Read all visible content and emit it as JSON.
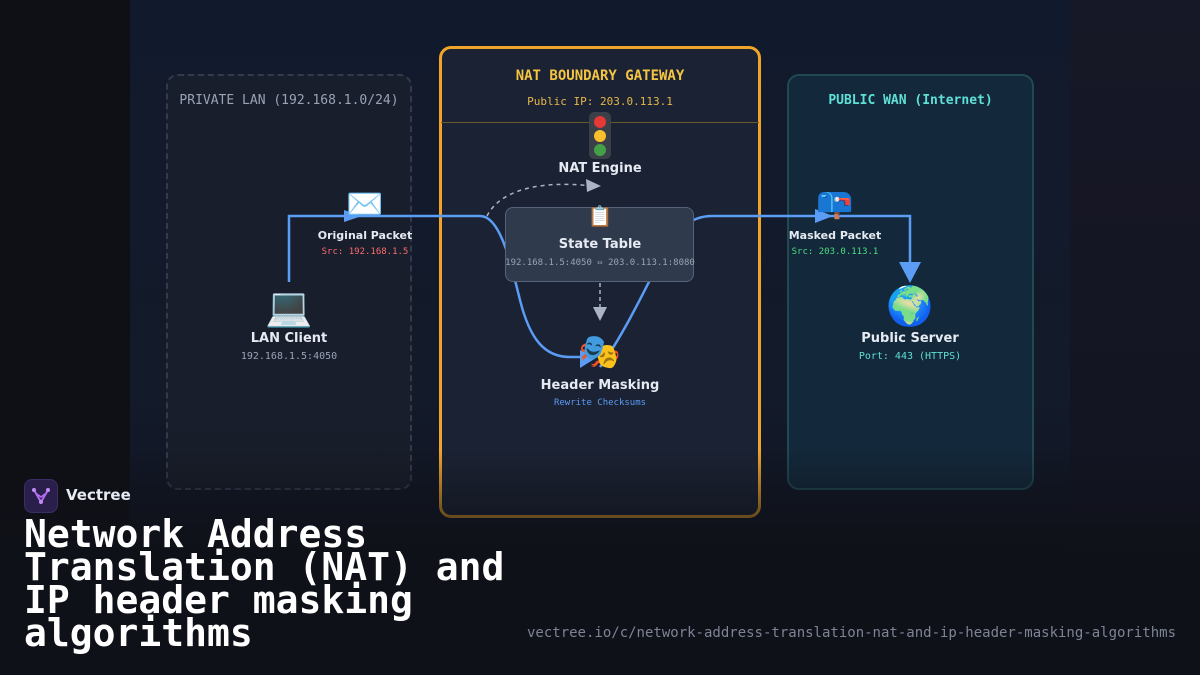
{
  "zones": {
    "lan": {
      "title": "PRIVATE LAN (192.168.1.0/24)"
    },
    "nat": {
      "title": "NAT BOUNDARY GATEWAY",
      "public_ip": "Public IP: 203.0.113.1"
    },
    "wan": {
      "title": "PUBLIC WAN (Internet)"
    }
  },
  "nodes": {
    "lan_client": {
      "icon": "laptop-icon",
      "glyph": "💻",
      "label": "LAN Client",
      "sub": "192.168.1.5:4050"
    },
    "original_packet": {
      "icon": "envelope-icon",
      "glyph": "✉️",
      "label": "Original Packet",
      "sub": "Src: 192.168.1.5"
    },
    "nat_engine": {
      "icon": "traffic-light-icon",
      "label": "NAT Engine"
    },
    "state_table": {
      "icon": "clipboard-icon",
      "glyph": "📋",
      "label": "State Table",
      "sub": "192.168.1.5:4050 ⇔ 203.0.113.1:8080"
    },
    "header_masking": {
      "icon": "masks-icon",
      "glyph": "🎭",
      "label": "Header Masking",
      "sub": "Rewrite Checksums"
    },
    "masked_packet": {
      "icon": "mailbox-icon",
      "glyph": "📪",
      "label": "Masked Packet",
      "sub": "Src: 203.0.113.1"
    },
    "public_server": {
      "icon": "globe-icon",
      "glyph": "🌍",
      "label": "Public Server",
      "sub": "Port: 443 (HTTPS)"
    }
  },
  "colors": {
    "flow": "#5b9cf4",
    "nat_border": "#f0a42a",
    "nat_title": "#f5c542",
    "wan_title": "#5fe0d6",
    "src_private": "#ff6b6b",
    "src_public": "#4ade80"
  },
  "brand": {
    "name": "Vectree",
    "icon": "vectree-logo-icon"
  },
  "footer": {
    "title": "Network Address Translation (NAT) and IP header masking algorithms",
    "url": "vectree.io/c/network-address-translation-nat-and-ip-header-masking-algorithms"
  }
}
